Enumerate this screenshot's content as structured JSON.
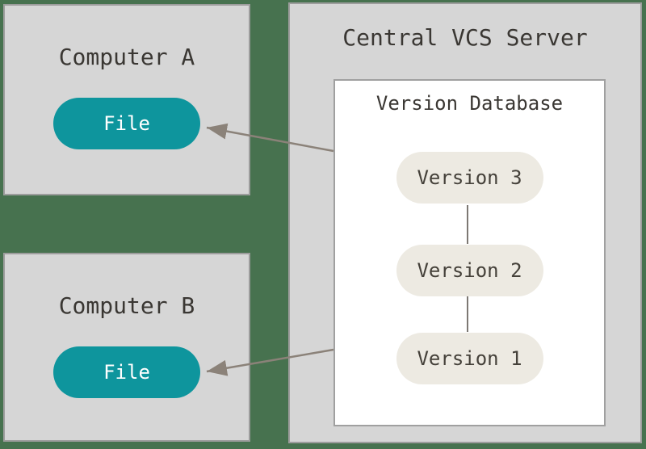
{
  "diagram": {
    "computer_a": {
      "title": "Computer A",
      "file_label": "File"
    },
    "computer_b": {
      "title": "Computer B",
      "file_label": "File"
    },
    "server": {
      "title": "Central VCS Server",
      "database": {
        "title": "Version Database",
        "versions": [
          "Version 3",
          "Version 2",
          "Version 1"
        ]
      }
    }
  },
  "colors": {
    "background_green": "#47724f",
    "box_fill": "#d6d6d6",
    "box_border": "#9d9d9d",
    "file_node_fill": "#0e959d",
    "file_node_text": "#ffffff",
    "version_node_fill": "#edeae2",
    "database_fill": "#ffffff",
    "title_text": "#3a3733",
    "arrow": "#8b8279"
  }
}
